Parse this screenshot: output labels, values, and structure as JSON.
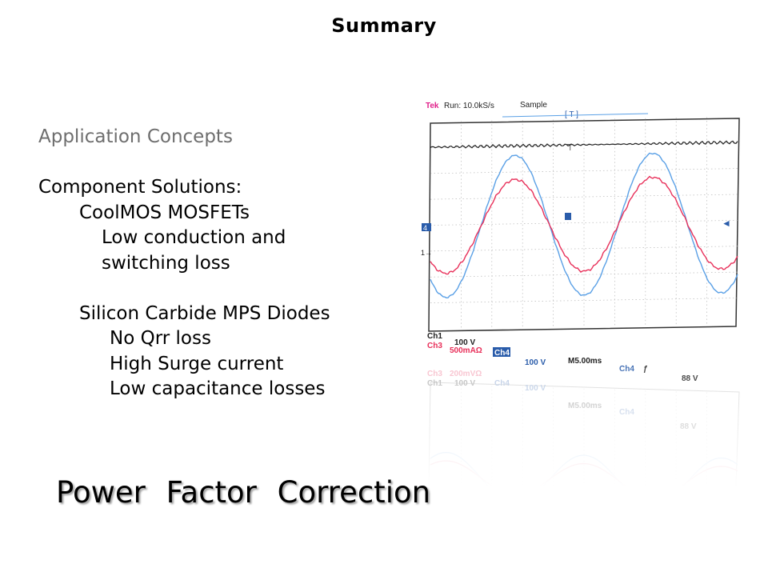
{
  "slide": {
    "title": "Summary",
    "footer_title": "Power  Factor  Correction"
  },
  "content": {
    "application": "Application Concepts",
    "components_heading": "Component Solutions:",
    "coolmos": "CoolMOS MOSFETs",
    "coolmos_line1": "Low conduction and",
    "coolmos_line2": "switching loss",
    "sic": "Silicon Carbide MPS Diodes",
    "sic_items": [
      "No Qrr loss",
      "High Surge current",
      "Low capacitance losses"
    ]
  },
  "scope": {
    "brand": "Tek",
    "run": "Run: 10.0kS/s",
    "mode": "Sample",
    "trigger_marker": "[ T ]",
    "ch1_label": "Ch1",
    "ch1_scale": "100 V",
    "ch3_label": "Ch3",
    "ch3_scale": "500mAΩ",
    "ch4_label": "Ch4",
    "ch4_scale": "100 V",
    "timebase": "M5.00ms",
    "trigger_source": "Ch4",
    "trigger_slope": "ƒ",
    "trigger_level": "88 V",
    "ref_ch3_scale": "200mVΩ",
    "marker_4": "4",
    "marker_1": "1→",
    "colors": {
      "ch1": "#222222",
      "ch3": "#e8305a",
      "ch4": "#5aa0e6",
      "brand": "#e0208a",
      "grid": "#b0b0b0"
    }
  }
}
